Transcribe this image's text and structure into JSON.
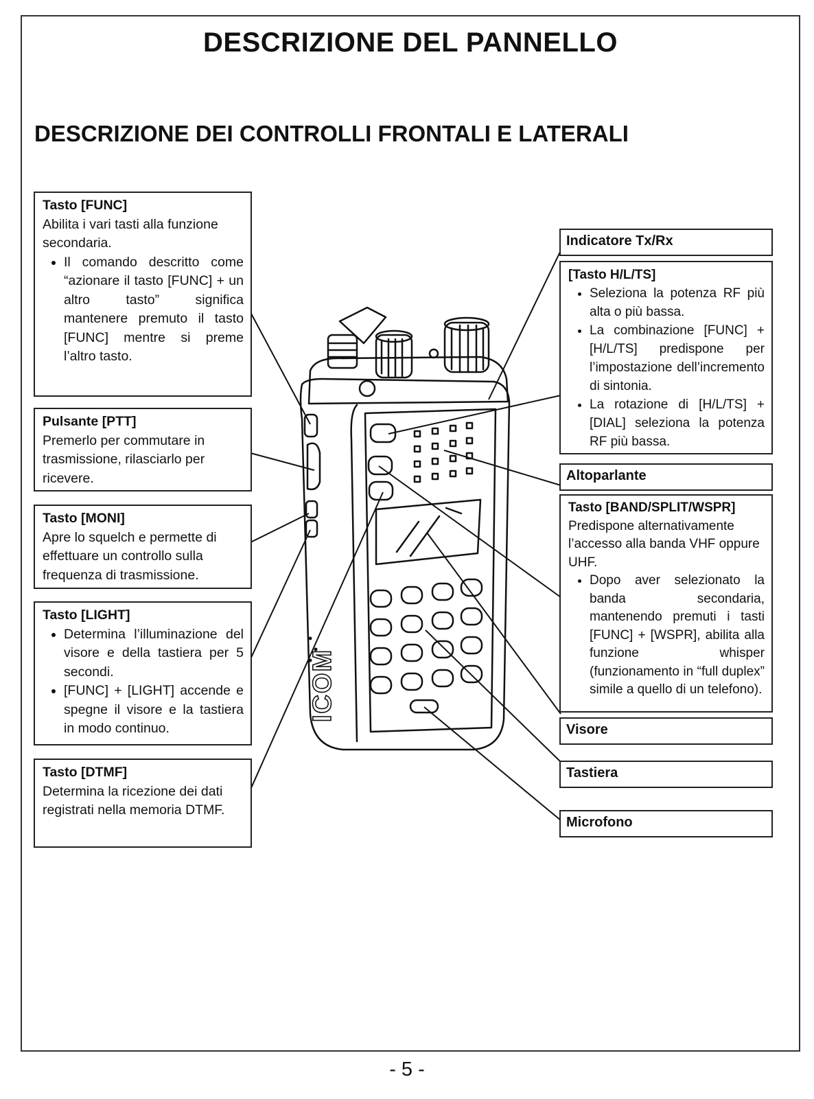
{
  "page": {
    "title": "DESCRIZIONE DEL PANNELLO",
    "subtitle": "DESCRIZIONE DEI CONTROLLI FRONTALI E LATERALI",
    "page_number": "- 5 -"
  },
  "left": {
    "func": {
      "title": "Tasto [FUNC]",
      "text": "Abilita i vari tasti alla funzione secondaria.",
      "bullets": [
        "Il comando descritto come “azionare il tasto [FUNC] + un altro tasto” significa mantenere premuto il tasto [FUNC] mentre si preme l’altro tasto."
      ]
    },
    "ptt": {
      "title": "Pulsante [PTT]",
      "text": "Premerlo per commutare in trasmissione, rilasciarlo per ricevere."
    },
    "moni": {
      "title": "Tasto [MONI]",
      "text": "Apre lo squelch e permette di effettuare un controllo sulla frequenza di trasmissione."
    },
    "light": {
      "title": "Tasto [LIGHT]",
      "bullets": [
        "Determina l’illuminazione del visore e della tastiera per 5 secondi.",
        "[FUNC] + [LIGHT] accende e spegne il visore e la tastiera in modo continuo."
      ]
    },
    "dtmf": {
      "title": "Tasto [DTMF]",
      "text": "Determina la ricezione dei dati registrati nella memoria DTMF."
    }
  },
  "right": {
    "txrx": {
      "title": "Indicatore Tx/Rx"
    },
    "hlts": {
      "title": "[Tasto H/L/TS]",
      "bullets": [
        "Seleziona la potenza RF più alta o più bassa.",
        "La combinazione [FUNC] + [H/L/TS] predispone per l’impostazione dell’incremento di sintonia.",
        "La rotazione di [H/L/TS] + [DIAL] seleziona la potenza RF più bassa."
      ]
    },
    "speaker": {
      "title": "Altoparlante"
    },
    "band": {
      "title": "Tasto [BAND/SPLIT/WSPR]",
      "text": "Predispone alternativamente l’accesso alla banda VHF oppure UHF.",
      "bullets": [
        "Dopo aver selezionato la banda secondaria, mantenendo premuti i tasti [FUNC] + [WSPR], abilita alla funzione whisper (funzionamento in “full duplex” simile a quello di un telefono)."
      ]
    },
    "display": {
      "title": "Visore"
    },
    "keypad": {
      "title": "Tastiera"
    },
    "mic": {
      "title": "Microfono"
    }
  },
  "radio": {
    "brand": "ICOM"
  }
}
